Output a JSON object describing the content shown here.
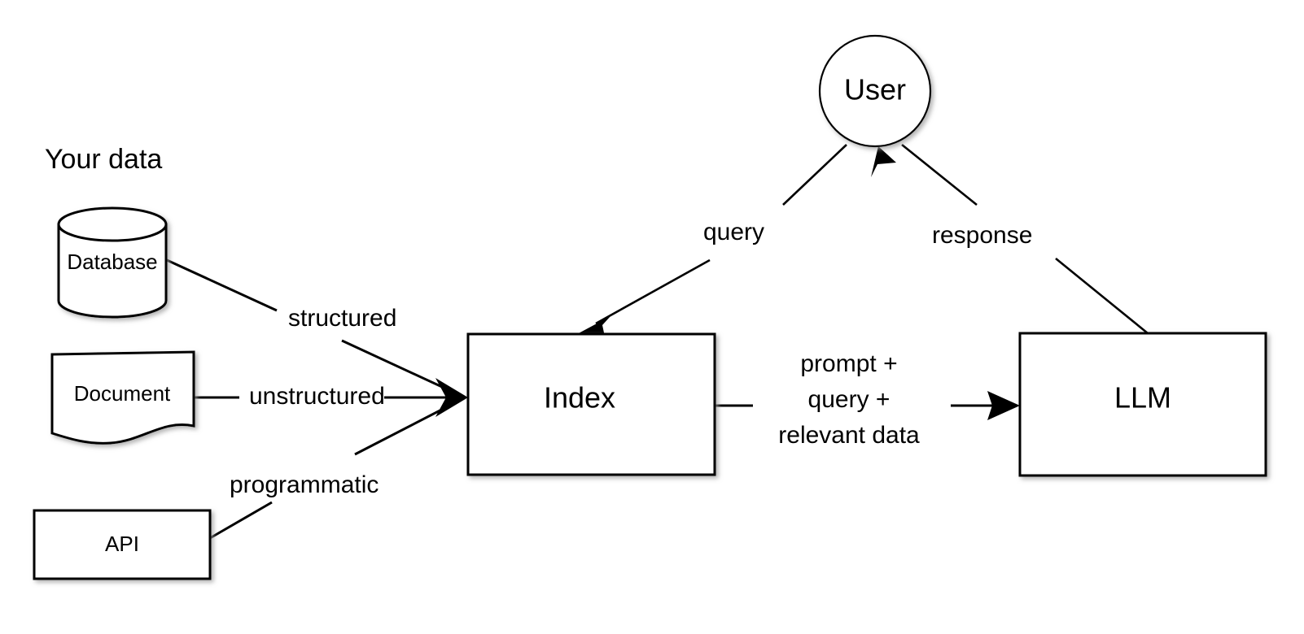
{
  "diagram": {
    "title": "Your data",
    "background_color": "#ffffff",
    "stroke_color": "#000000",
    "nodes": {
      "section_label": "Your data",
      "database": "Database",
      "document": "Document",
      "api": "API",
      "index": "Index",
      "llm": "LLM",
      "user": "User"
    },
    "edges": {
      "structured": "structured",
      "unstructured": "unstructured",
      "programmatic": "programmatic",
      "query": "query",
      "response": "response",
      "prompt_line1": "prompt +",
      "prompt_line2": "query +",
      "prompt_line3": "relevant data"
    }
  }
}
